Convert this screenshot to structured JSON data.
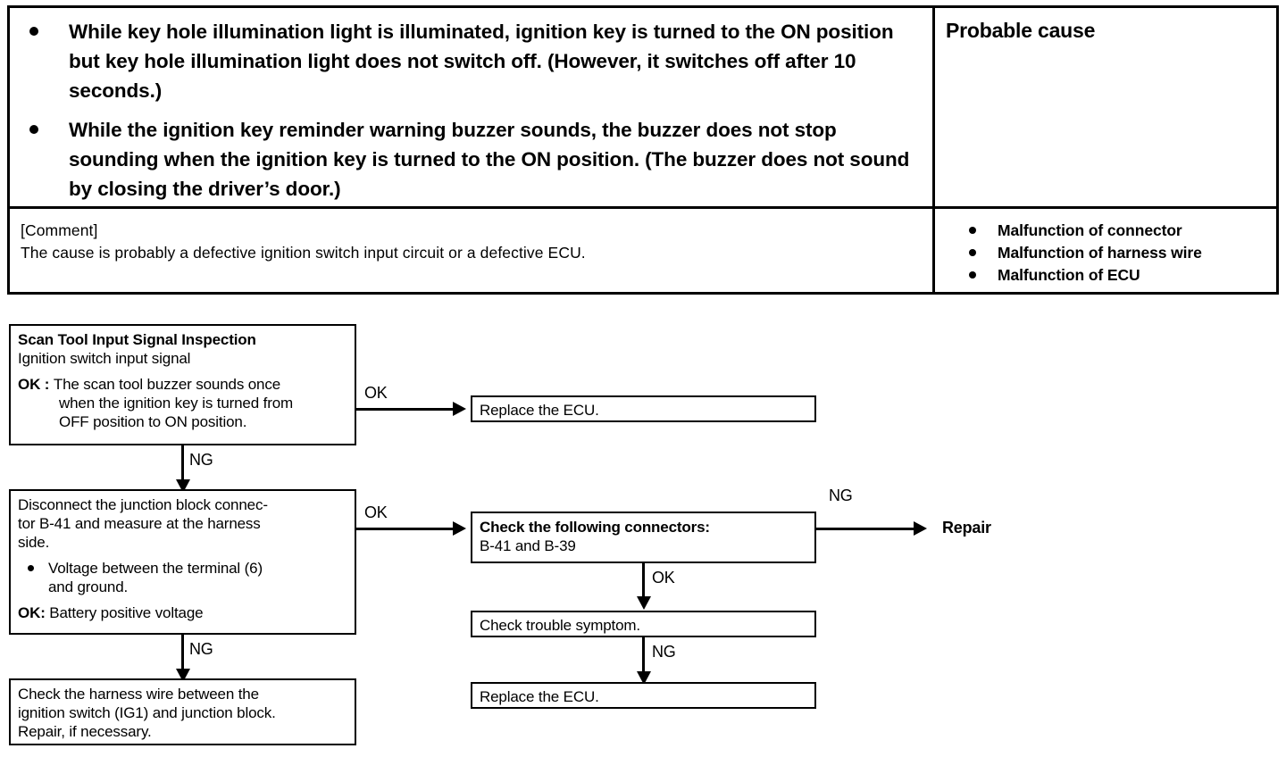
{
  "symptom_table": {
    "symptoms": [
      "While key hole illumination light is illuminated, ignition key is turned to the ON position but key hole illumination light does not switch off.  (However, it switches off after 10 seconds.)",
      "While the ignition key reminder warning buzzer sounds, the buzzer does not stop sounding when the ignition key is turned to the ON position. (The buzzer does not sound by closing the driver’s door.)"
    ],
    "symptom_lines": [
      [
        "While key hole illumination light is illuminated, ignition key is",
        "turned to the ON position but key hole illumination light does not",
        "switch off.  (However, it switches off after 10 seconds.)"
      ],
      [
        "While the ignition key reminder warning buzzer sounds, the buzzer",
        "does not stop sounding when the ignition key is turned to the ON",
        "position. (The buzzer does not sound by closing the driver’s door.)"
      ]
    ],
    "probable_cause_header": "Probable cause",
    "comment_label": "[Comment]",
    "comment_text": "The cause is probably a defective ignition switch input circuit or a defective ECU.",
    "causes": [
      "Malfunction of connector",
      "Malfunction of harness wire",
      "Malfunction of ECU"
    ]
  },
  "flowchart": {
    "boxes": {
      "scan_tool": {
        "title": "Scan Tool Input Signal Inspection",
        "subtitle": "Ignition switch input signal",
        "ok_label": "OK :",
        "ok_lines": [
          "The scan tool buzzer sounds once",
          "when the ignition key is turned from",
          "OFF position to ON position."
        ]
      },
      "replace_ecu_top": "Replace the ECU.",
      "disconnect": {
        "lines": [
          "Disconnect the junction block connec-",
          "tor B-41 and measure at the harness",
          "side."
        ],
        "bullet_lines": [
          "Voltage between the terminal (6)",
          "and ground."
        ],
        "ok_label": "OK:",
        "ok_text": "Battery positive voltage"
      },
      "check_harness": [
        "Check the harness wire between the",
        "ignition switch (IG1) and junction block.",
        "Repair, if necessary."
      ],
      "check_connectors": {
        "title": "Check  the  following  connectors:",
        "detail": "B-41 and B-39"
      },
      "check_trouble": "Check trouble symptom.",
      "replace_ecu_bottom": "Replace the ECU."
    },
    "edge_labels": {
      "scan_ok": "OK",
      "scan_ng": "NG",
      "disconnect_ok": "OK",
      "disconnect_ng": "NG",
      "connectors_ng": "NG",
      "connectors_ok": "OK",
      "trouble_ng": "NG"
    },
    "terminal": {
      "repair": "Repair"
    }
  },
  "colors": {
    "ink": "#000000",
    "paper": "#ffffff"
  }
}
